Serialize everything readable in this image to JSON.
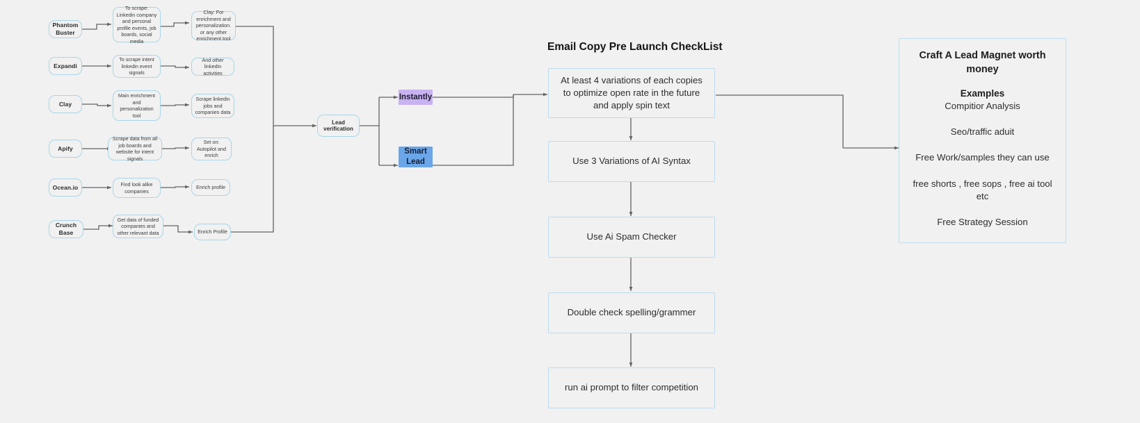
{
  "board": {
    "background_color": "#f1f1f1",
    "node_border_color": "#a8d5e8",
    "wire_color": "#636363",
    "title": "Email Copy Pre Launch CheckList"
  },
  "pipeline": {
    "rows": [
      {
        "source": "Phantom Buster",
        "step1": "To scrape: Linkedin company and personal profile events, job boards, social media",
        "step2": "Clay: For enrichment and personalization. or any other enrichment tool"
      },
      {
        "source": "Expandi",
        "step1": "To scrape intent linkedin event signals",
        "step2": "And other linkedin activities"
      },
      {
        "source": "Clay",
        "step1": "Main enrichment and personalization tool",
        "step2": "Scrape linkedin jobs and companies data"
      },
      {
        "source": "Apify",
        "step1": "Scrape data from all job boards and website for intent signals",
        "step2": "Set on: Autopilot and enrich"
      },
      {
        "source": "Ocean.io",
        "step1": "Find look alike companies",
        "step2": "Enrich profile"
      },
      {
        "source": "Crunch Base",
        "step1": "Get data of funded companies and other relevant data",
        "step2": "Enrich Profile"
      }
    ],
    "lead_verification": "Lead verification",
    "sending_tools": [
      {
        "label": "Instantly",
        "color": "#c9b2f2"
      },
      {
        "label": "Smart Lead",
        "color": "#6aa6e8"
      }
    ]
  },
  "checklist": {
    "title": "Email Copy Pre Launch CheckList",
    "steps": [
      "At least 4 variations of each copies to optimize open rate in the future and apply spin text",
      "Use 3 Variations of AI Syntax",
      "Use Ai Spam Checker",
      "Double check spelling/grammer",
      "run ai prompt to filter competition"
    ]
  },
  "lead_magnet": {
    "title": "Craft A Lead Magnet worth money",
    "examples_label": "Examples",
    "examples": [
      "Compitior Analysis",
      "Seo/traffic aduit",
      "Free Work/samples they can use",
      "free shorts , free sops , free ai tool etc",
      "Free Strategy Session"
    ]
  }
}
